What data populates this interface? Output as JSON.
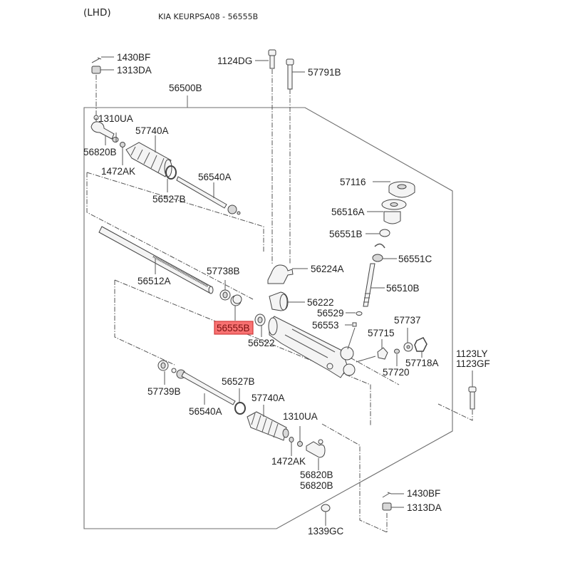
{
  "header": {
    "variant": "(LHD)",
    "title": "KIA KEURPSA08 - 56555B"
  },
  "highlight_color": "#f87272",
  "selected_part": "56555B",
  "labels": {
    "l1430BF_top": "1430BF",
    "l1313DA_top": "1313DA",
    "l1124DG": "1124DG",
    "l57791B": "57791B",
    "l56500B": "56500B",
    "l1310UA_top": "1310UA",
    "l57740A_top": "57740A",
    "l56820B_top": "56820B",
    "l1472AK_top": "1472AK",
    "l56540A_top": "56540A",
    "l56527B_top": "56527B",
    "l57116": "57116",
    "l56516A": "56516A",
    "l56551B": "56551B",
    "l56551C": "56551C",
    "l56224A": "56224A",
    "l56510B": "56510B",
    "l57738B": "57738B",
    "l56512A": "56512A",
    "l56222": "56222",
    "l56529": "56529",
    "l56555B": "56555B",
    "l56553": "56553",
    "l57737": "57737",
    "l57715": "57715",
    "l56522": "56522",
    "l57718A": "57718A",
    "l57720": "57720",
    "l1123LY": "1123LY",
    "l1123GF": "1123GF",
    "l57739B": "57739B",
    "l56527B_bot": "56527B",
    "l56540A_bot": "56540A",
    "l57740A_bot": "57740A",
    "l1310UA_bot": "1310UA",
    "l1472AK_bot": "1472AK",
    "l56820B_bot1": "56820B",
    "l56820B_bot2": "56820B",
    "l1430BF_bot": "1430BF",
    "l1313DA_bot": "1313DA",
    "l1339GC": "1339GC"
  }
}
